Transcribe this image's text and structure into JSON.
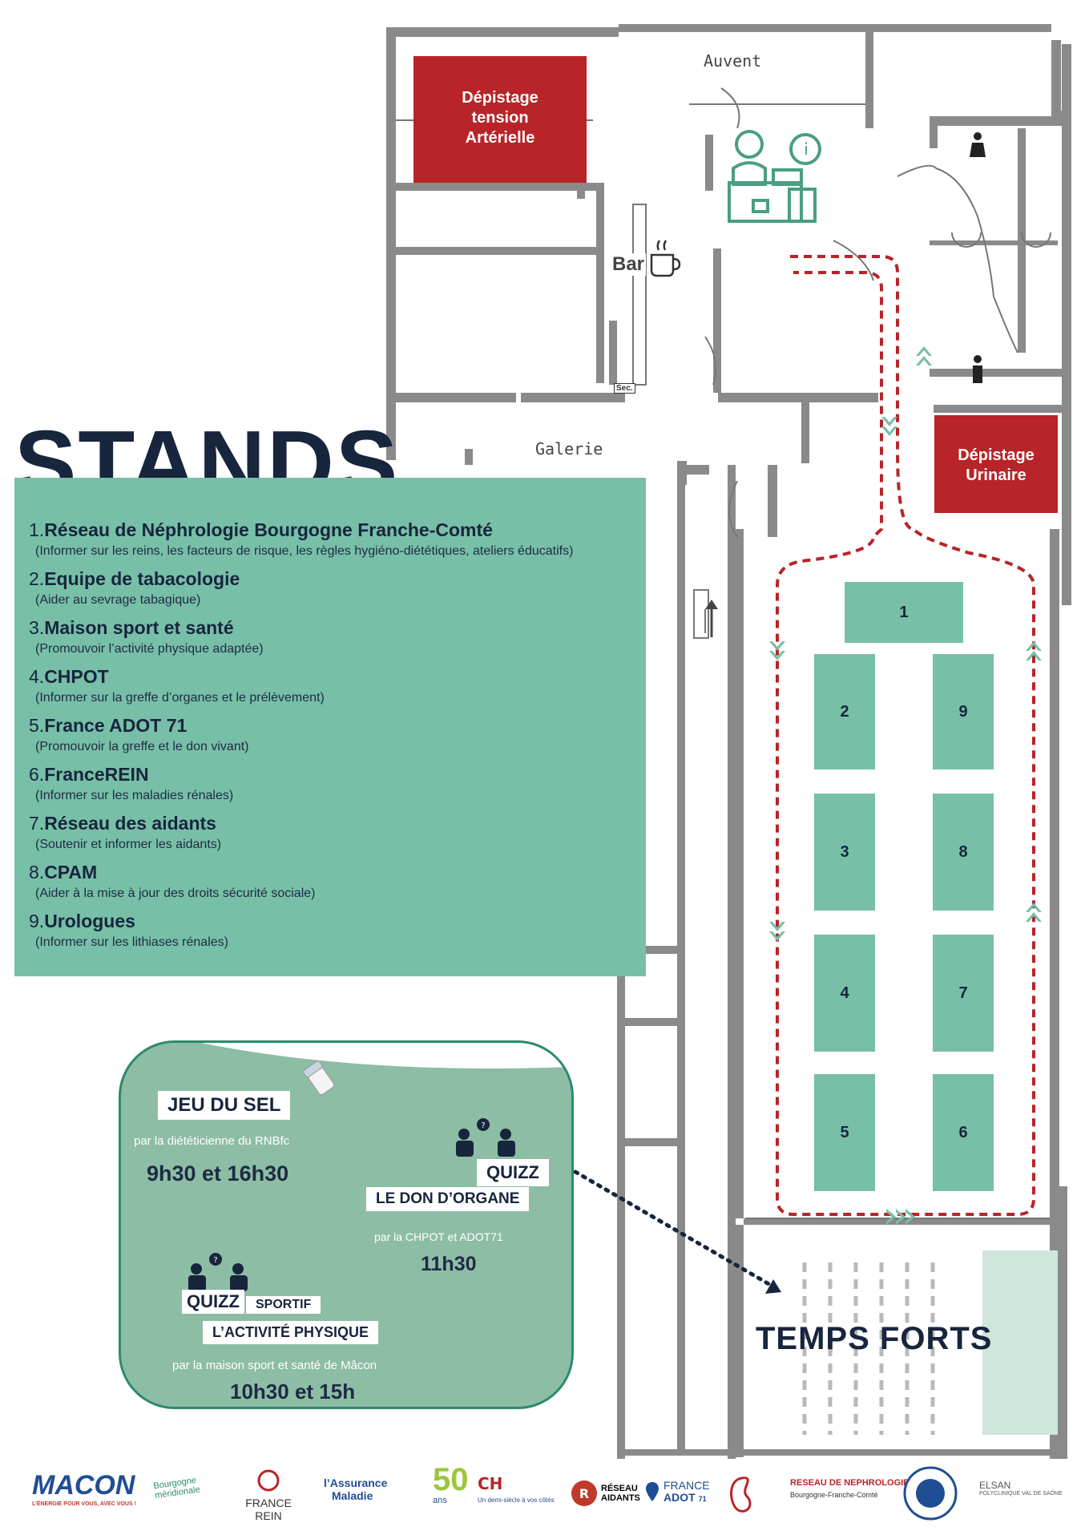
{
  "map": {
    "auvent": "Auvent",
    "galerie": "Galerie",
    "bar": "Bar",
    "sec": "Sec.",
    "depistage_tension": [
      "Dépistage",
      "tension",
      "Artérielle"
    ],
    "depistage_urinaire": [
      "Dépistage",
      "Urinaire"
    ],
    "temps_forts": "TEMPS FORTS",
    "stand_numbers": [
      "1",
      "2",
      "3",
      "4",
      "5",
      "6",
      "7",
      "8",
      "9"
    ]
  },
  "stands": {
    "title": "STANDS",
    "items": [
      {
        "num": "1.",
        "name": "Réseau de Néphrologie Bourgogne Franche-Comté",
        "desc": "(Informer sur les reins, les facteurs de risque, les règles hygiéno-diététiques, ateliers éducatifs)"
      },
      {
        "num": "2.",
        "name": "Equipe de tabacologie",
        "desc": "(Aider au sevrage tabagique)"
      },
      {
        "num": "3.",
        "name": "Maison sport et santé",
        "desc": "(Promouvoir l’activité physique adaptée)"
      },
      {
        "num": "4.",
        "name": "CHPOT",
        "desc": "(Informer sur la greffe d’organes et le prélèvement)"
      },
      {
        "num": "5.",
        "name": "France ADOT 71",
        "desc": "(Promouvoir la greffe et le don vivant)"
      },
      {
        "num": "6.",
        "name": "FranceREIN",
        "desc": "(Informer sur les maladies rénales)"
      },
      {
        "num": "7.",
        "name": "Réseau des aidants",
        "desc": "(Soutenir et informer les aidants)"
      },
      {
        "num": "8.",
        "name": "CPAM",
        "desc": "(Aider à la mise à jour des droits sécurité sociale)"
      },
      {
        "num": "9.",
        "name": "Urologues",
        "desc": "(Informer sur les lithiases rénales)"
      }
    ]
  },
  "events": {
    "jeu_title": "JEU DU SEL",
    "jeu_sub": "par la diététicienne du RNBfc",
    "jeu_time": "9h30 et 16h30",
    "quizz1_tag": "QUIZZ",
    "quizz1_title": "LE DON D’ORGANE",
    "quizz1_sub": "par la CHPOT et ADOT71",
    "quizz1_time": "11h30",
    "quizz2_tag": "QUIZZ",
    "quizz2_word": "SPORTIF",
    "quizz2_title": "L’ACTIVITÉ PHYSIQUE",
    "quizz2_sub": "par la maison sport et santé de Mâcon",
    "quizz2_time": "10h30 et 15h"
  },
  "logos": {
    "macon": "MACON",
    "macon_tag": "L’ÉNERGIE POUR VOUS, AVEC VOUS !",
    "bourgogne": "Bourgogne méridionale",
    "francerein": "FRANCE REIN",
    "assurance_top": "l’Assurance",
    "assurance_bottom": "Maladie",
    "fifty": "50",
    "fifty_sub": "ans",
    "ch_text": "Un demi-siècle à vos côtés",
    "reseau_aidants_top": "RÉSEAU",
    "reseau_aidants_bottom": "AIDANTS",
    "adot_top": "FRANCE",
    "adot_bottom": "ADOT",
    "adot_num": "71",
    "nephro_top": "RESEAU DE NEPHROLOGIE",
    "nephro_bottom": "Bourgogne-Franche-Comté",
    "elsan_top": "ELSAN",
    "elsan_bottom": "POLYCLINIQUE VAL DE SAÔNE"
  },
  "colors": {
    "red": "#b82428",
    "teal": "#78bfa8",
    "navy": "#17253d",
    "path": "#b82428"
  }
}
